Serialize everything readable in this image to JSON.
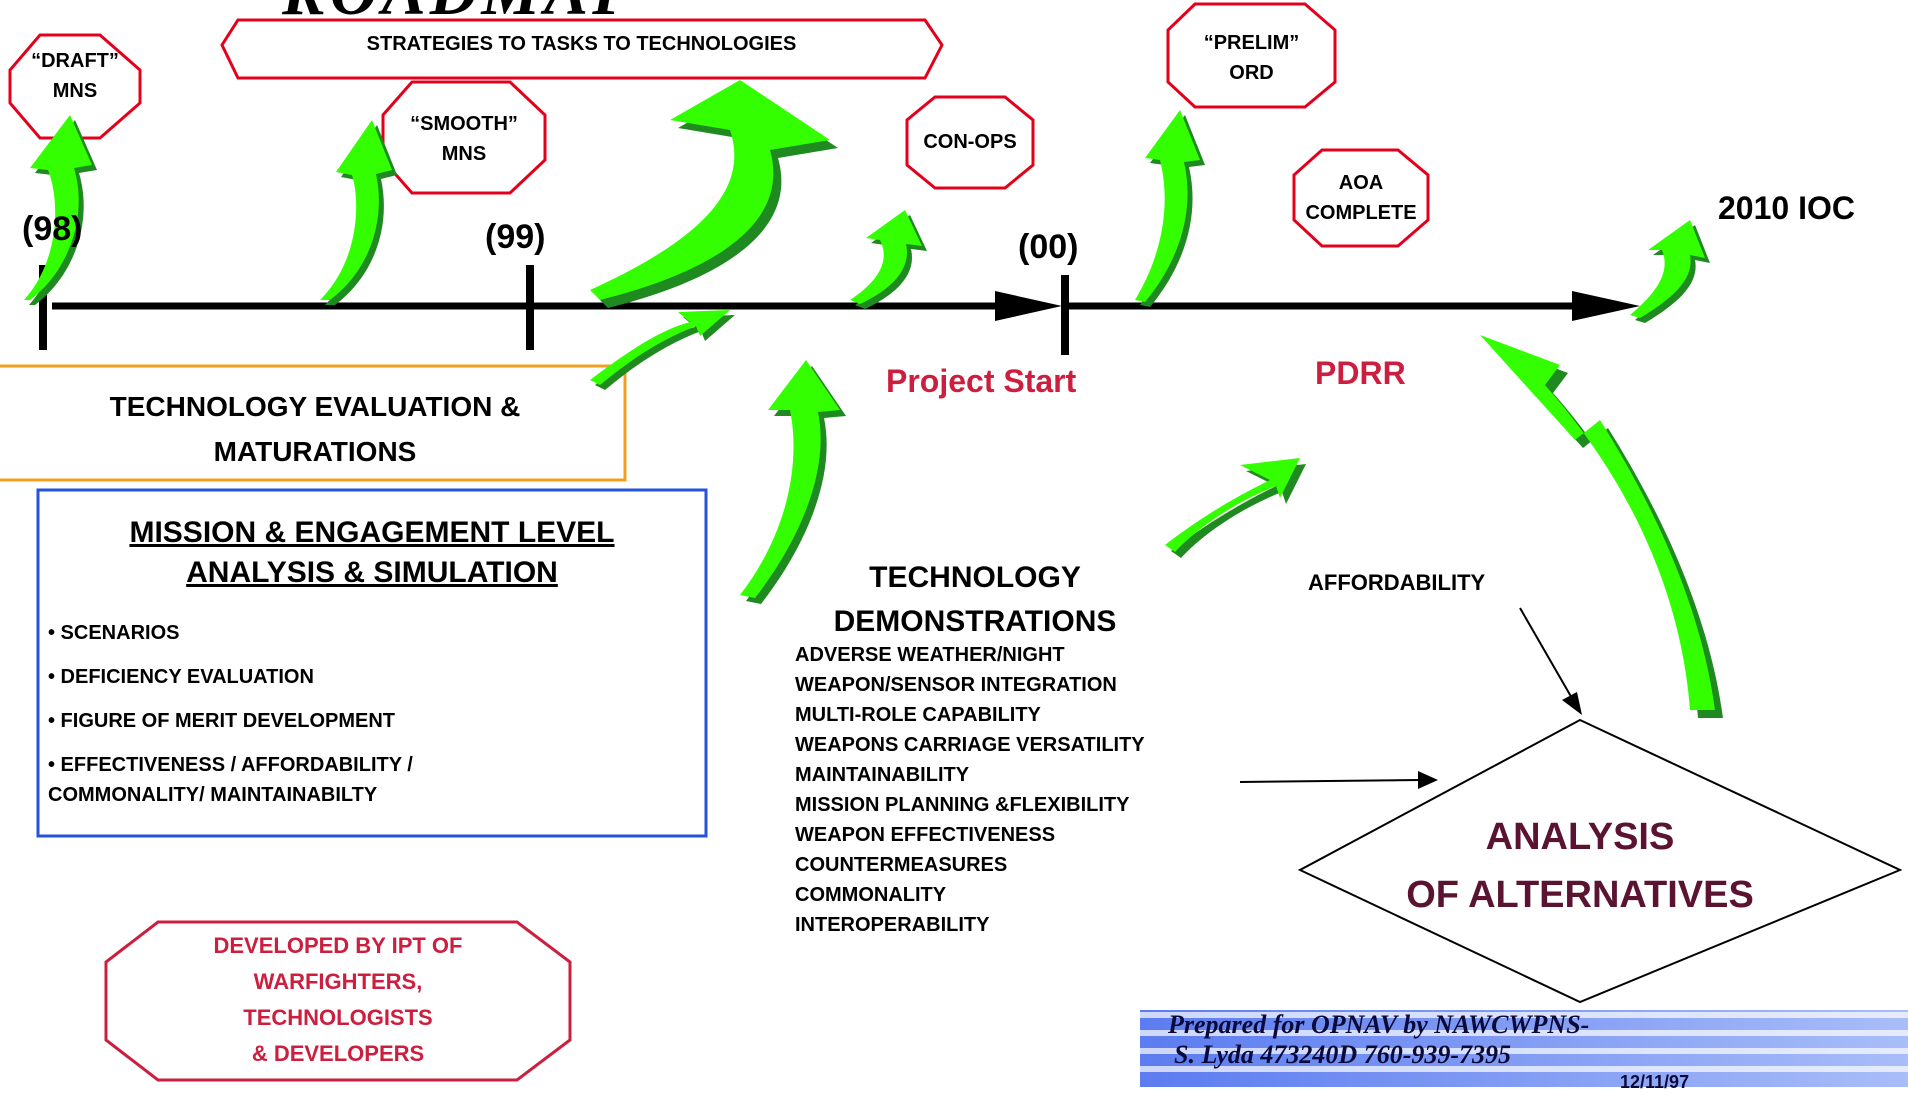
{
  "header": {
    "title_fragment": "ROADMAP",
    "strategies_banner": "STRATEGIES TO TASKS TO TECHNOLOGIES"
  },
  "milestones": {
    "draft_mns": [
      "“DRAFT”",
      "MNS"
    ],
    "smooth_mns": [
      "“SMOOTH”",
      "MNS"
    ],
    "con_ops": "CON-OPS",
    "prelim_ord": [
      "“PRELIM”",
      "ORD"
    ],
    "aoa_complete": [
      "AOA",
      "COMPLETE"
    ]
  },
  "timeline": {
    "y98": "(98)",
    "y99": "(99)",
    "y00": "(00)",
    "ioc": "2010 IOC",
    "project_start": "Project Start",
    "pdrr": "PDRR"
  },
  "tech_eval": [
    "TECHNOLOGY EVALUATION &",
    "MATURATIONS"
  ],
  "mission": {
    "title": [
      "MISSION & ENGAGEMENT LEVEL",
      "ANALYSIS & SIMULATION"
    ],
    "bullets": [
      "• SCENARIOS",
      "• DEFICIENCY EVALUATION",
      "• FIGURE OF MERIT DEVELOPMENT",
      "• EFFECTIVENESS / AFFORDABILITY /",
      "COMMONALITY/ MAINTAINABILTY"
    ]
  },
  "tech_demo": {
    "title": [
      "TECHNOLOGY",
      "DEMONSTRATIONS"
    ],
    "items": [
      "ADVERSE  WEATHER/NIGHT",
      "WEAPON/SENSOR INTEGRATION",
      "MULTI-ROLE CAPABILITY",
      "WEAPONS CARRIAGE VERSATILITY",
      "MAINTAINABILITY",
      "MISSION PLANNING &FLEXIBILITY",
      "WEAPON EFFECTIVENESS",
      "COUNTERMEASURES",
      "COMMONALITY",
      "INTEROPERABILITY"
    ]
  },
  "affordability": "AFFORDABILITY",
  "aoa": [
    "ANALYSIS",
    "OF ALTERNATIVES"
  ],
  "developed_by": [
    "DEVELOPED BY IPT OF",
    "WARFIGHTERS,",
    "TECHNOLOGISTS",
    "& DEVELOPERS"
  ],
  "footer": {
    "line1": "Prepared for OPNAV by NAWCWPNS-",
    "line2": "S. Lyda  473240D  760-939-7395",
    "date": "12/11/97"
  },
  "colors": {
    "arrow_green": "#33ff00",
    "arrow_shadow": "#1f8a1f",
    "octagon_border": "#e4001b",
    "orange_border": "#f0a020",
    "blue_border": "#2452d8",
    "label_red": "#cc1f3f",
    "footer_blue": "#6f8ef0"
  }
}
